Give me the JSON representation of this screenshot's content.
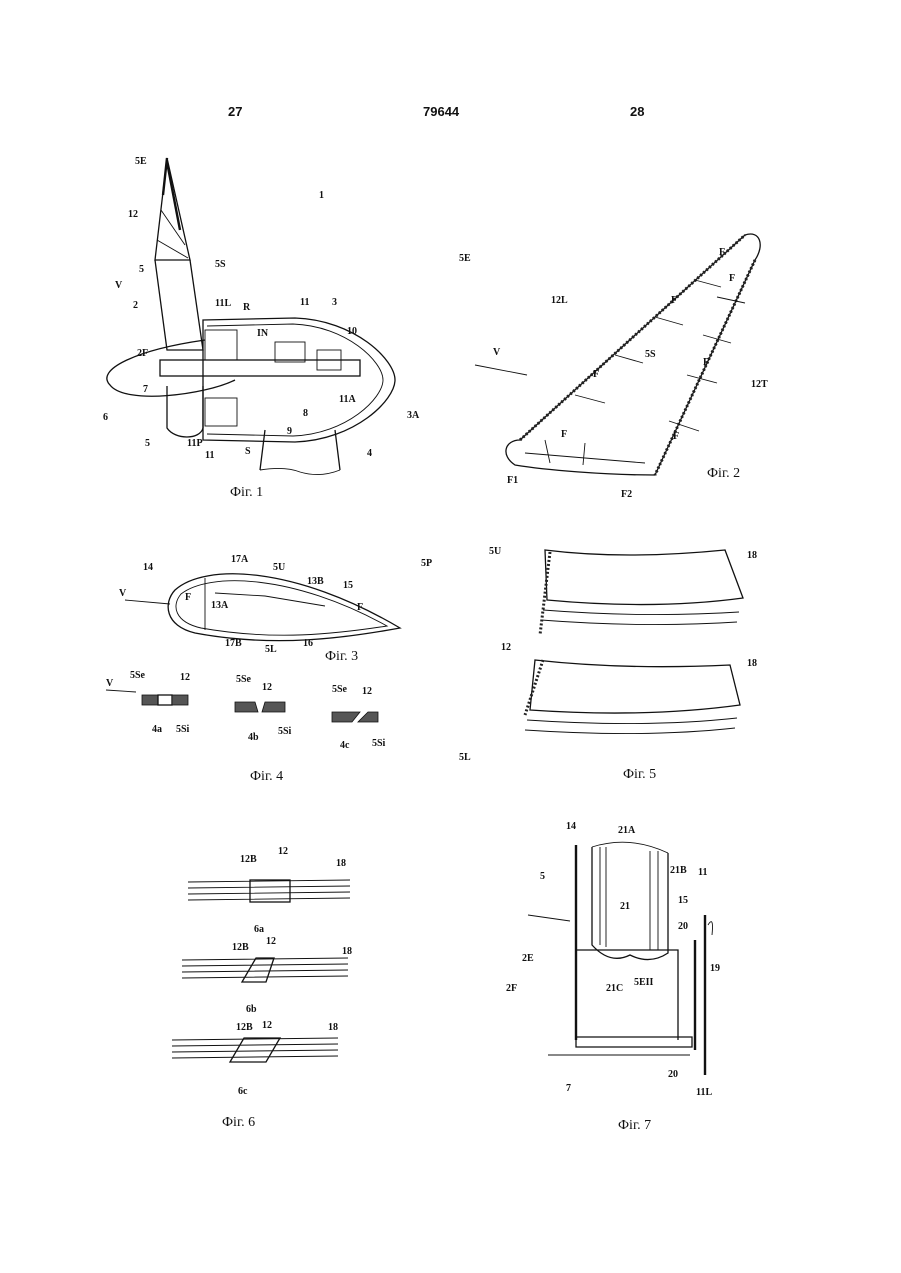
{
  "header": {
    "left_page": "27",
    "doc_number": "79644",
    "right_page": "28"
  },
  "fig1": {
    "caption": "Фіг. 1",
    "labels": [
      "5E",
      "12",
      "5S",
      "5",
      "V",
      "2",
      "11L",
      "R",
      "11",
      "3",
      "1",
      "IN",
      "10",
      "2F",
      "7",
      "11A",
      "3A",
      "6",
      "8",
      "5",
      "11P",
      "11",
      "S",
      "9",
      "4"
    ]
  },
  "fig2": {
    "caption": "Фіг. 2",
    "labels": [
      "5E",
      "12L",
      "V",
      "5S",
      "12T",
      "F1",
      "F2",
      "F",
      "F",
      "F",
      "F",
      "F",
      "F",
      "F"
    ]
  },
  "fig3": {
    "caption": "Фіг. 3",
    "labels": [
      "14",
      "17A",
      "5U",
      "13B",
      "15",
      "5P",
      "V",
      "F",
      "13A",
      "F",
      "17B",
      "5L",
      "16"
    ]
  },
  "fig4": {
    "caption": "Фіг. 4",
    "labels": [
      "V",
      "5Se",
      "12",
      "4a",
      "5Si",
      "5Se",
      "12",
      "4b",
      "5Si",
      "5Se",
      "12",
      "4c",
      "5Si"
    ]
  },
  "fig5": {
    "caption": "Фіг. 5",
    "labels": [
      "5U",
      "18",
      "12",
      "18",
      "5L"
    ]
  },
  "fig6": {
    "caption": "Фіг. 6",
    "labels": [
      "12B",
      "12",
      "18",
      "6a",
      "12B",
      "12",
      "18",
      "6b",
      "12B",
      "12",
      "18",
      "6c"
    ]
  },
  "fig7": {
    "caption": "Фіг. 7",
    "labels": [
      "14",
      "21A",
      "5",
      "21B",
      "11",
      "15",
      "21",
      "20",
      "2E",
      "19",
      "2F",
      "21C",
      "5EII",
      "7",
      "20",
      "11L"
    ]
  }
}
